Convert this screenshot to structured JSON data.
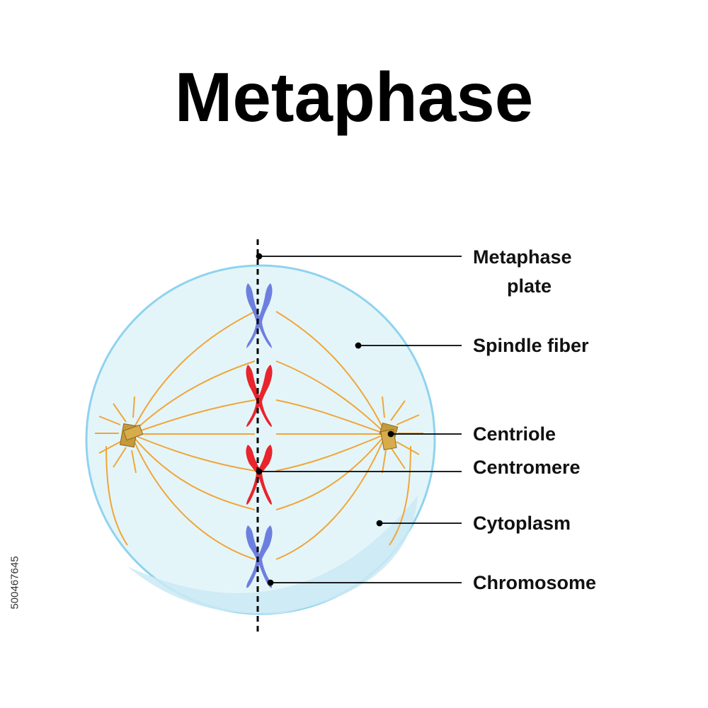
{
  "title": "Metaphase",
  "labels": {
    "metaphase_plate_line1": "Metaphase",
    "metaphase_plate_line2": "plate",
    "spindle_fiber": "Spindle fiber",
    "centriole": "Centriole",
    "centromere": "Centromere",
    "cytoplasm": "Cytoplasm",
    "chromosome": "Chromosome"
  },
  "stock_id": "500467645",
  "colors": {
    "cell_fill": "#e4f5f9",
    "cell_border": "#8fd3ef",
    "cell_shadow": "#cbe9f4",
    "spindle_fiber": "#f0a638",
    "chromosome_blue": "#6d7fde",
    "chromosome_red": "#e8242c",
    "centriole": "#c69a3a"
  }
}
